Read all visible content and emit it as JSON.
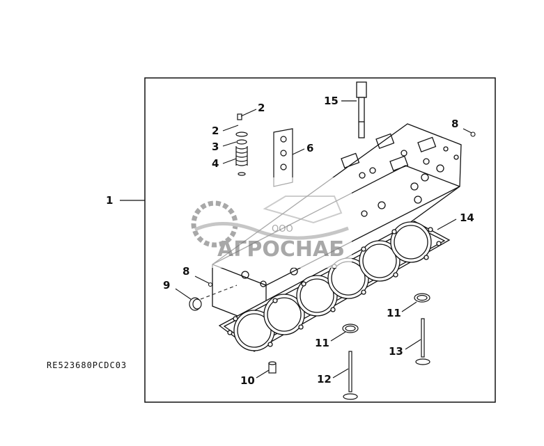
{
  "reference_code": "RE523680PCDC03",
  "callouts": [
    {
      "id": "c1",
      "text": "1"
    },
    {
      "id": "c2a",
      "text": "2"
    },
    {
      "id": "c2b",
      "text": "2"
    },
    {
      "id": "c3",
      "text": "3"
    },
    {
      "id": "c4",
      "text": "4"
    },
    {
      "id": "c6",
      "text": "6"
    },
    {
      "id": "c8a",
      "text": "8"
    },
    {
      "id": "c8b",
      "text": "8"
    },
    {
      "id": "c9",
      "text": "9"
    },
    {
      "id": "c10",
      "text": "10"
    },
    {
      "id": "c11a",
      "text": "11"
    },
    {
      "id": "c11b",
      "text": "11"
    },
    {
      "id": "c12",
      "text": "12"
    },
    {
      "id": "c13",
      "text": "13"
    },
    {
      "id": "c14",
      "text": "14"
    },
    {
      "id": "c15",
      "text": "15"
    }
  ],
  "watermark": {
    "small": "ООО",
    "big": "АГРОСНАБ"
  },
  "colors": {
    "line": "#111111",
    "watermark": "#9a9a9a"
  }
}
